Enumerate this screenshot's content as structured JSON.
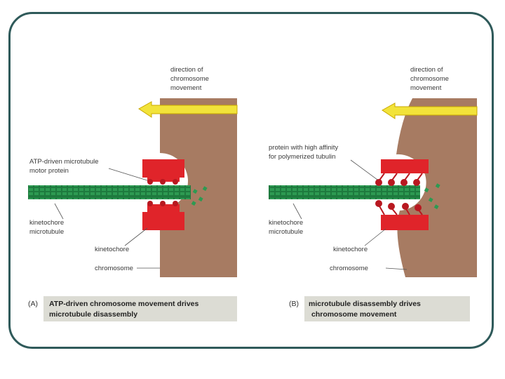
{
  "panel_a": {
    "direction_label": [
      "direction of",
      "chromosome",
      "movement"
    ],
    "motor_label": [
      "ATP-driven microtubule",
      "motor protein"
    ],
    "microtubule_label": [
      "kinetochore",
      "microtubule"
    ],
    "kinetochore_label": "kinetochore",
    "chromosome_label": "chromosome",
    "caption_letter": "(A)",
    "caption": [
      "ATP-driven chromosome movement drives",
      "microtubule disassembly"
    ]
  },
  "panel_b": {
    "direction_label": [
      "direction of",
      "chromosome",
      "movement"
    ],
    "protein_label": [
      "protein with high affinity",
      "for polymerized tubulin"
    ],
    "microtubule_label": [
      "kinetochore",
      "microtubule"
    ],
    "kinetochore_label": "kinetochore",
    "chromosome_label": "chromosome",
    "caption_letter": "(B)",
    "caption": [
      "microtubule disassembly drives",
      "chromosome movement"
    ]
  },
  "colors": {
    "frame": "#2f5a5a",
    "chromosome": "#a77b62",
    "kinetochore": "#e0242a",
    "microtubule": "#1e7a3e",
    "arrow": "#f2e33a",
    "caption_box": "#dcdcd4"
  }
}
